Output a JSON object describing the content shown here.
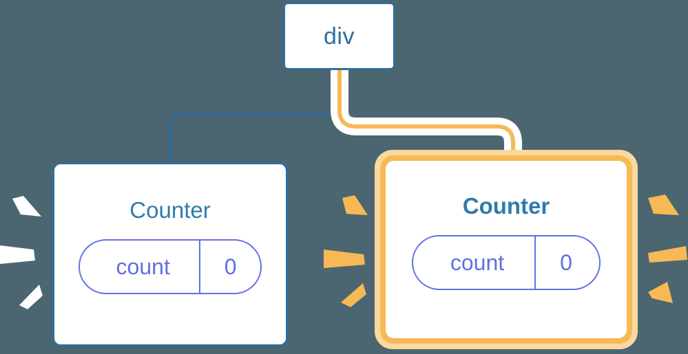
{
  "diagram": {
    "type": "component-tree",
    "background_color": "#4b6670",
    "title": "React component tree with highlighted re-render",
    "colors": {
      "background": "#4b6670",
      "node_border_blue": "#2e6e9e",
      "node_title_blue": "#2e7cab",
      "prop_indigo": "#6170e0",
      "highlight_orange": "#f7b955",
      "highlight_orange_soft": "#fad9a0",
      "wire_white": "#ffffff",
      "card_fill": "#ffffff"
    },
    "nodes": [
      {
        "id": "div",
        "label": "div",
        "highlighted": false,
        "title_bold": false,
        "props": []
      },
      {
        "id": "counter-left",
        "label": "Counter",
        "highlighted": false,
        "title_bold": false,
        "props": [
          {
            "name": "count",
            "value": "0"
          }
        ]
      },
      {
        "id": "counter-right",
        "label": "Counter",
        "highlighted": true,
        "title_bold": true,
        "props": [
          {
            "name": "count",
            "value": "0"
          }
        ]
      }
    ],
    "edges": [
      {
        "from": "div",
        "to": "counter-left",
        "color": "#2e6e9e",
        "highlighted": false
      },
      {
        "from": "div",
        "to": "counter-right",
        "color": "#f7b955",
        "highlighted": true
      }
    ],
    "rays": [
      {
        "group": "left-card-left-side",
        "color": "#ffffff",
        "count": 3
      },
      {
        "group": "left-card-right-side",
        "color": "#f7b955",
        "count": 3
      },
      {
        "group": "right-card-right-side",
        "color": "#f7b955",
        "count": 3
      }
    ]
  }
}
